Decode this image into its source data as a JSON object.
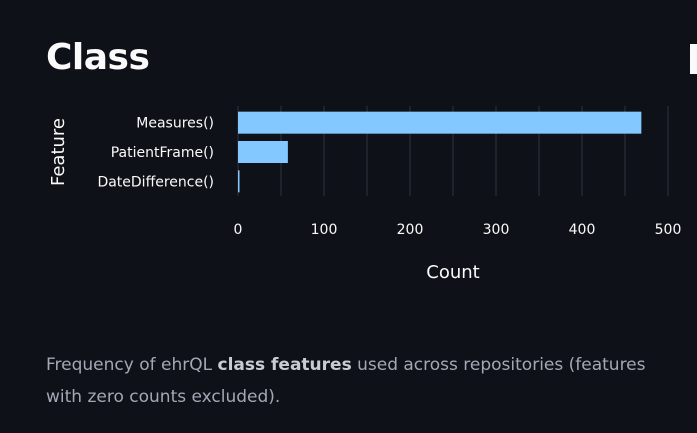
{
  "section": {
    "title": "Class"
  },
  "chart_data": {
    "type": "bar",
    "orientation": "horizontal",
    "categories": [
      "Measures()",
      "PatientFrame()",
      "DateDifference()"
    ],
    "values": [
      469,
      58,
      1
    ],
    "xlabel": "Count",
    "ylabel": "Feature",
    "xlim": [
      0,
      500
    ],
    "xticks": [
      0,
      100,
      200,
      300,
      400,
      500
    ],
    "grid": true,
    "bar_color": "#83c9ff"
  },
  "caption": {
    "prefix": "Frequency of ehrQL ",
    "emphasis": "class features",
    "suffix": " used across repositories (features with zero counts excluded)."
  },
  "colors": {
    "background": "#0e1117",
    "text": "#fafafa",
    "gridline": "#31333f",
    "bar": "#83c9ff"
  }
}
